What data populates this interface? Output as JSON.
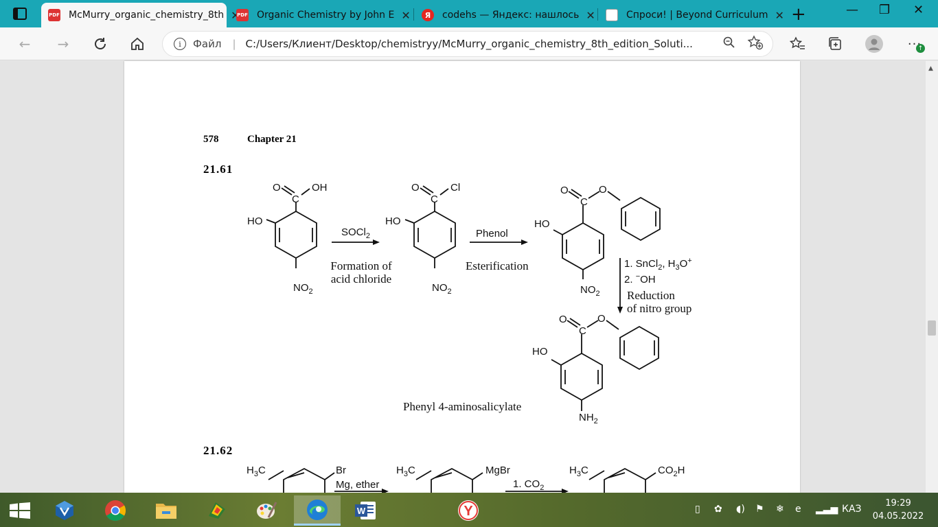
{
  "browser": {
    "tabs": [
      {
        "title": "McMurry_organic_chemistry_8th",
        "icon": "pdf-icon",
        "active": true
      },
      {
        "title": "Organic Chemistry by John E",
        "icon": "pdf-icon",
        "active": false
      },
      {
        "title": "codehs — Яндекс: нашлось",
        "icon": "yandex-icon",
        "active": false
      },
      {
        "title": "Спроси! | Beyond Curriculum",
        "icon": "site-icon",
        "active": false
      }
    ],
    "pdf_badge": "PDF",
    "yandex_badge": "Я",
    "address": {
      "scheme_label": "Файл",
      "separator": "|",
      "url": "C:/Users/Клиент/Desktop/chemistryy/McMurry_organic_chemistry_8th_edition_Soluti..."
    },
    "update_badge": "↑",
    "accent": "#1aa7b6"
  },
  "page": {
    "page_number": "578",
    "chapter": "Chapter  21",
    "problem_1": "21.61",
    "problem_2": "21.62",
    "labels": {
      "oh": "OH",
      "cl": "Cl",
      "o": "O",
      "c": "C",
      "ho": "HO",
      "no2_main": "NO",
      "no2_sub": "2",
      "nh2_main": "NH",
      "nh2_sub": "2",
      "socl2_main": "SOCl",
      "socl2_sub": "2",
      "phenol": "Phenol",
      "step1_a": "1. SnCl",
      "step1_sub": "2",
      "step1_b": ", H",
      "step1_sub2": "3",
      "step1_c": "O",
      "step1_sup": "+",
      "step2_a": "2. ",
      "step2_sup": "−",
      "step2_b": "OH",
      "h3c_main": "H",
      "h3c_sub": "3",
      "h3c_end": "C",
      "br": "Br",
      "mgbr": "MgBr",
      "co2h_main": "CO",
      "co2h_sub": "2",
      "co2h_end": "H",
      "mg_ether": "Mg, ether",
      "co2_main": "1. CO",
      "co2_sub": "2"
    },
    "captions": {
      "formation_1": "Formation of",
      "formation_2": "acid chloride",
      "esterification": "Esterification",
      "reduction_1": "Reduction",
      "reduction_2": "of nitro group",
      "product": "Phenyl 4-aminosalicylate"
    }
  },
  "taskbar": {
    "apps": [
      "virtualbox-icon",
      "chrome-icon",
      "file-explorer-icon",
      "color-app-icon",
      "paint-icon",
      "edge-icon",
      "word-icon",
      "yandex-browser-icon"
    ],
    "word_badge": "W",
    "yandex_badge": "Y",
    "language": "КАЗ",
    "time": "19:29",
    "date": "04.05.2022"
  }
}
